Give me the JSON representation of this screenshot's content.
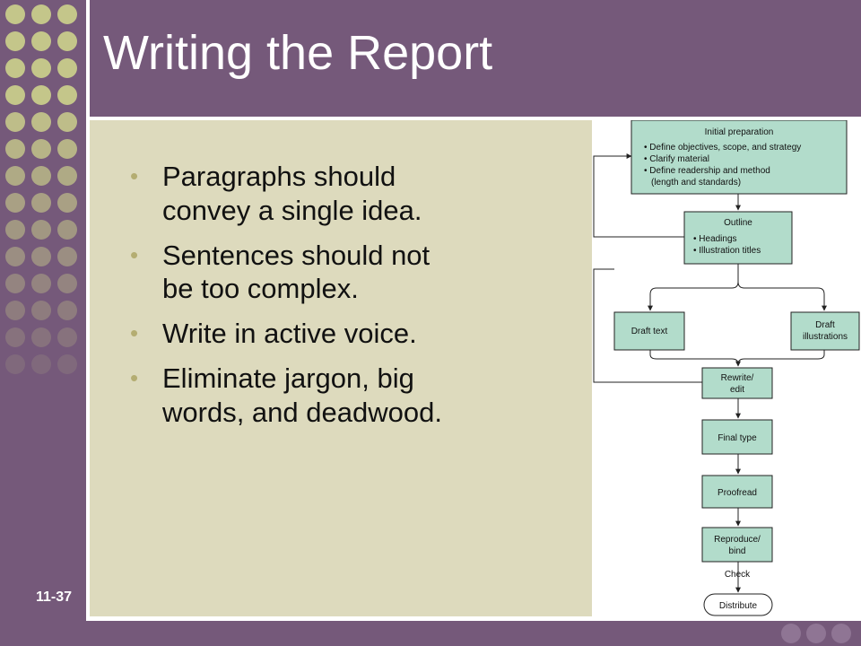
{
  "slide": {
    "title": "Writing the Report",
    "number": "11-37",
    "bullets": [
      [
        "Paragraphs should",
        "convey a single idea."
      ],
      [
        "Sentences should not",
        "be too complex."
      ],
      [
        "Write in active voice."
      ],
      [
        "Eliminate jargon, big",
        "words, and deadwood."
      ]
    ]
  },
  "flowchart": {
    "initial_preparation": {
      "title": "Initial preparation",
      "items": [
        "• Define objectives, scope, and strategy",
        "• Clarify material",
        "• Define readership and method",
        "(length and standards)"
      ]
    },
    "outline": {
      "title": "Outline",
      "items": [
        "• Headings",
        "• Illustration titles"
      ]
    },
    "draft_text": "Draft text",
    "draft_illustrations": [
      "Draft",
      "illustrations"
    ],
    "rewrite_edit": [
      "Rewrite/",
      "edit"
    ],
    "final_type": "Final type",
    "proofread": "Proofread",
    "reproduce_bind": [
      "Reproduce/",
      "bind"
    ],
    "check": "Check",
    "distribute": "Distribute"
  },
  "theme": {
    "frame": "#75597a",
    "content_background": "#dddabd",
    "bullet_color": "#b4ad72",
    "box_fill": "#b2dccb",
    "dot_color": "#c4c68a"
  }
}
